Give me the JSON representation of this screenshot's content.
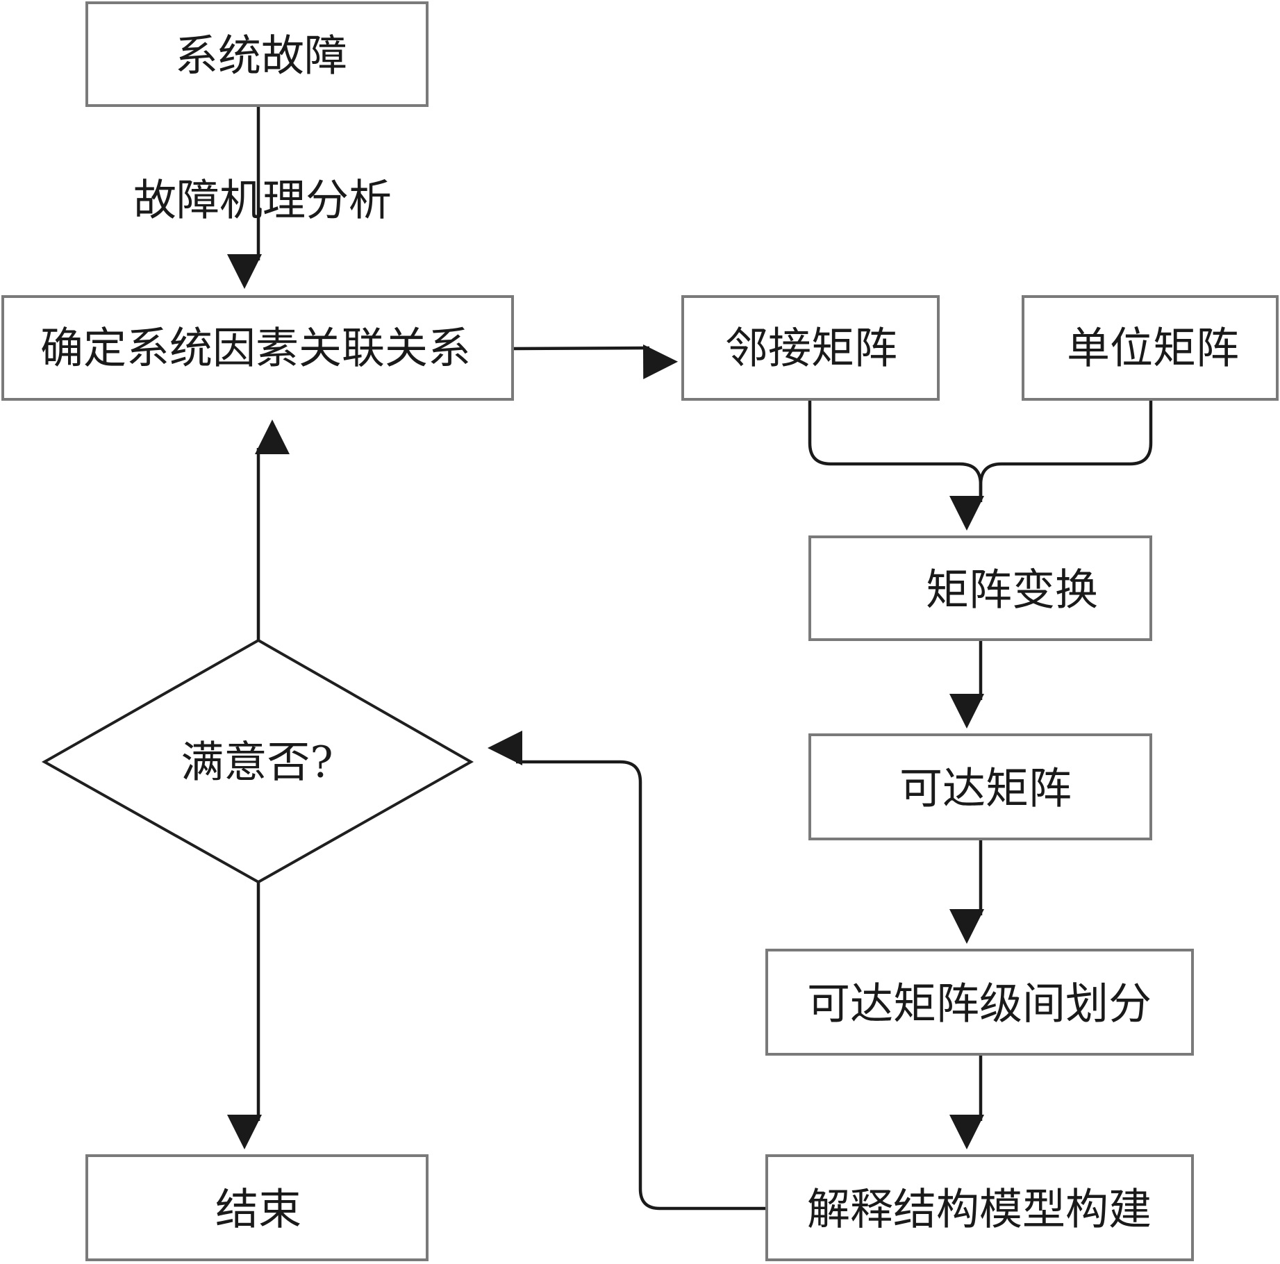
{
  "diagram": {
    "nodes": {
      "system_fault": "系统故障",
      "relation": "确定系统因素关联关系",
      "adjacency": "邻接矩阵",
      "identity": "单位矩阵",
      "transform": "矩阵变换",
      "reachable": "可达矩阵",
      "partition": "可达矩阵级间划分",
      "model": "解释结构模型构建",
      "satisfied": "满意否?",
      "end": "结束"
    },
    "edge_labels": {
      "mechanism": "故障机理分析"
    }
  }
}
